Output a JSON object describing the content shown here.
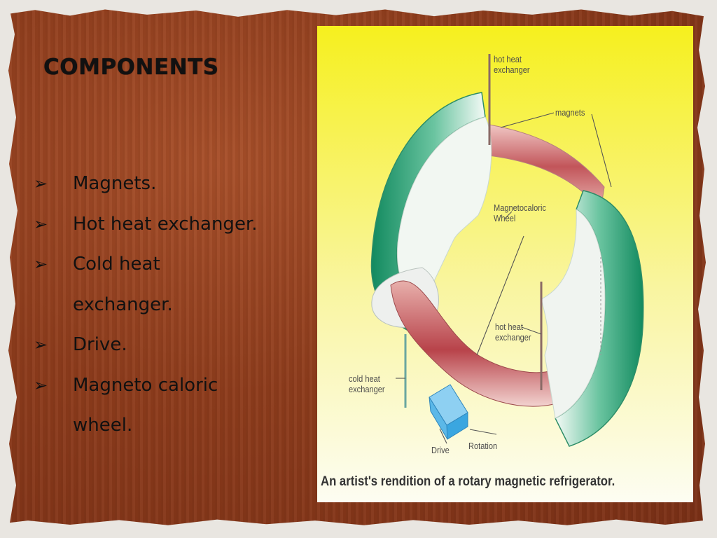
{
  "slide": {
    "title": "COMPONENTS",
    "bullets": [
      {
        "line1": "Magnets.",
        "line2": ""
      },
      {
        "line1": "Hot heat exchanger.",
        "line2": ""
      },
      {
        "line1": "Cold heat",
        "line2": "exchanger."
      },
      {
        "line1": "Drive.",
        "line2": ""
      },
      {
        "line1": "Magneto caloric",
        "line2": "wheel."
      }
    ],
    "bullet_glyph": "➢"
  },
  "figure": {
    "labels": {
      "hot_heat_exchanger_top": "hot heat\nexchanger",
      "magnets": "magnets",
      "wheel": "Magnetocaloric\nWheel",
      "hot_heat_exchanger_bottom": "hot heat\nexchanger",
      "cold_heat_exchanger": "cold heat\nexchanger",
      "drive": "Drive",
      "rotation": "Rotation"
    },
    "caption": "An artist's rendition of a rotary magnetic refrigerator."
  },
  "colors": {
    "background_brown": "#8e3c1c",
    "figure_yellow": "#f6f02a",
    "magnet_green": "#1f9a6c",
    "wheel_red": "#b8434a",
    "drive_blue": "#3aa6e0"
  }
}
